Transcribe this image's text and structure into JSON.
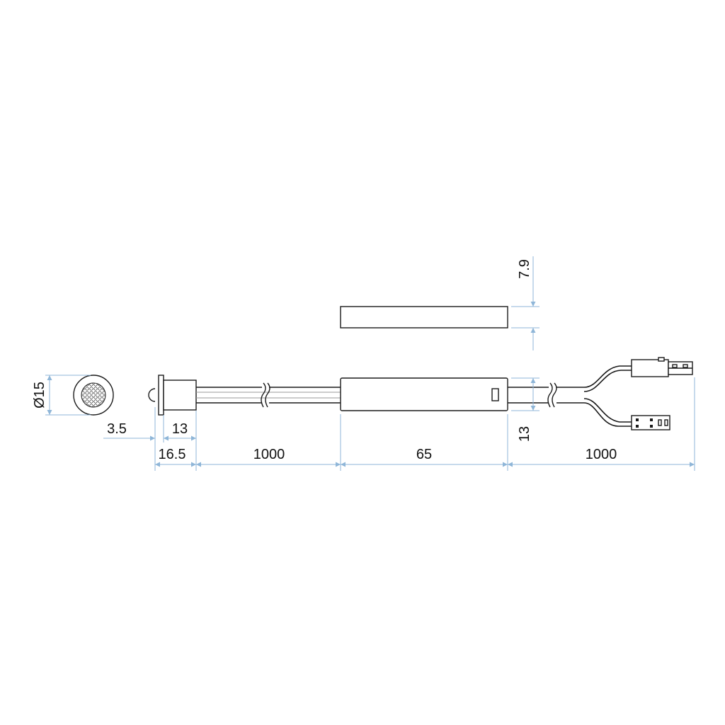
{
  "colors": {
    "outline": "#1a1a1a",
    "dimension": "#8fb6d8",
    "text": "#111111",
    "background": "#ffffff"
  },
  "dimensions": {
    "sensor_diameter": "Ø15",
    "bezel_depth": "3.5",
    "body_length": "13",
    "sensor_total_length": "16.5",
    "cable_in_length": "1000",
    "controller_length": "65",
    "controller_thickness": "7.9",
    "controller_height": "13",
    "cable_out_length": "1000"
  }
}
